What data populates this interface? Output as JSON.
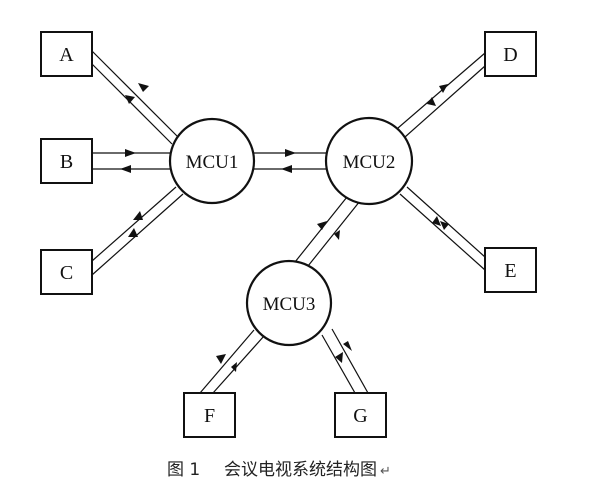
{
  "terminals": [
    "A",
    "B",
    "C",
    "D",
    "E",
    "F",
    "G"
  ],
  "mcus": [
    "MCU1",
    "MCU2",
    "MCU3"
  ],
  "caption": {
    "figure_label": "图 1",
    "title": "会议电视系统结构图",
    "end_mark": "↵"
  }
}
